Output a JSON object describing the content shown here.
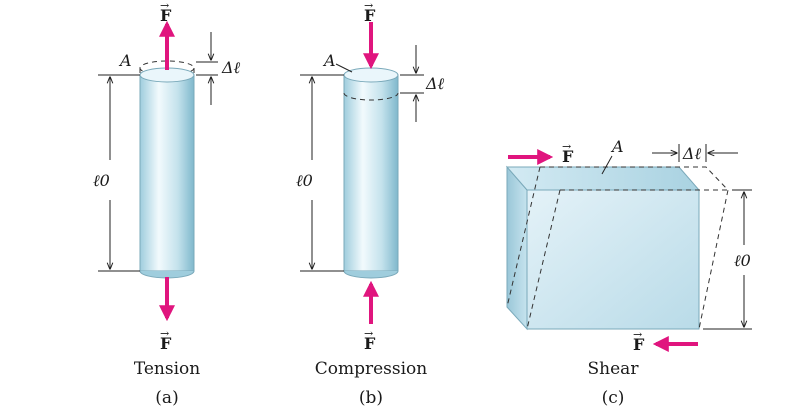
{
  "panels": {
    "tension": {
      "title": "Tension",
      "letter": "(a)",
      "area_label": "A",
      "length_label": "ℓ0",
      "delta_label": "Δℓ",
      "force_top": "F",
      "force_bottom": "F"
    },
    "compression": {
      "title": "Compression",
      "letter": "(b)",
      "area_label": "A",
      "length_label": "ℓ0",
      "delta_label": "Δℓ",
      "force_top": "F",
      "force_bottom": "F"
    },
    "shear": {
      "title": "Shear",
      "letter": "(c)",
      "area_label": "A",
      "length_label": "ℓ0",
      "delta_label": "Δℓ",
      "force_top": "F",
      "force_bottom": "F"
    }
  },
  "colors": {
    "force_arrow": "#e0157e",
    "cylinder_light": "#e9f6fb",
    "cylinder_dark": "#8ec3d6",
    "block_face": "#cfe6ef"
  }
}
